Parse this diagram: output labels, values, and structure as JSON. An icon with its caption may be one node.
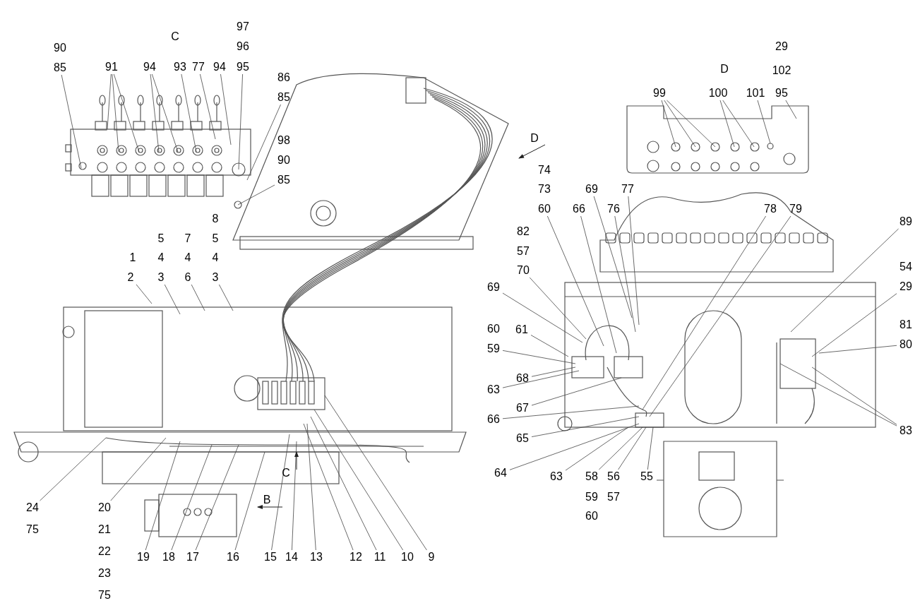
{
  "diagram": {
    "nodes": [
      {
        "text": [
          "85"
        ]
      },
      {
        "text": [
          "91"
        ]
      },
      {
        "text": [
          "94"
        ]
      },
      {
        "text": [
          "93"
        ]
      },
      {
        "text": [
          "77"
        ]
      },
      {
        "text": [
          "94"
        ]
      },
      {
        "text": [
          "95"
        ]
      },
      {
        "text": [
          "85"
        ]
      },
      {
        "text": [
          "85"
        ]
      },
      {
        "text": [
          "2"
        ]
      },
      {
        "text": [
          "3"
        ]
      },
      {
        "text": [
          "6"
        ]
      },
      {
        "text": [
          "3"
        ]
      },
      {
        "text": [
          "99"
        ]
      },
      {
        "text": [
          "100"
        ]
      },
      {
        "text": [
          "101"
        ]
      },
      {
        "text": [
          "95"
        ]
      },
      {
        "text": [
          "69"
        ]
      },
      {
        "text": [
          "77"
        ]
      },
      {
        "text": [
          "60"
        ]
      },
      {
        "text": [
          "66"
        ]
      },
      {
        "text": [
          "76"
        ]
      },
      {
        "text": [
          "78"
        ]
      },
      {
        "text": [
          "79"
        ]
      },
      {
        "text": [
          "89"
        ]
      },
      {
        "text": [
          "70"
        ]
      },
      {
        "text": [
          "69"
        ]
      },
      {
        "text": [
          "29"
        ]
      },
      {
        "text": [
          "61"
        ]
      },
      {
        "text": [
          "59"
        ]
      },
      {
        "text": [
          "80"
        ]
      },
      {
        "text": [
          "68"
        ]
      },
      {
        "text": [
          "63"
        ]
      },
      {
        "text": [
          "67"
        ]
      },
      {
        "text": [
          "66"
        ]
      },
      {
        "text": [
          "65"
        ]
      },
      {
        "text": [
          "83"
        ]
      },
      {
        "text": [
          "64"
        ]
      },
      {
        "text": [
          "63"
        ]
      },
      {
        "text": [
          "58"
        ]
      },
      {
        "text": [
          "56"
        ]
      },
      {
        "text": [
          "55"
        ]
      },
      {
        "text": [
          "24"
        ]
      },
      {
        "text": [
          "20"
        ]
      },
      {
        "text": [
          "19"
        ]
      },
      {
        "text": [
          "18"
        ]
      },
      {
        "text": [
          "17"
        ]
      },
      {
        "text": [
          "16"
        ]
      },
      {
        "text": [
          "15"
        ]
      },
      {
        "text": [
          "14"
        ]
      },
      {
        "text": [
          "13"
        ]
      },
      {
        "text": [
          "12"
        ]
      },
      {
        "text": [
          "11"
        ]
      },
      {
        "text": [
          "10"
        ]
      },
      {
        "text": [
          "9"
        ]
      }
    ],
    "edges": [
      {
        "from": 0,
        "to": null,
        "arrow": "none"
      },
      {
        "from": 1,
        "to": null,
        "arrow": "none"
      },
      {
        "from": 1,
        "to": null,
        "arrow": "none"
      },
      {
        "from": 1,
        "to": null,
        "arrow": "none"
      },
      {
        "from": 2,
        "to": null,
        "arrow": "none"
      },
      {
        "from": 2,
        "to": null,
        "arrow": "none"
      },
      {
        "from": 3,
        "to": null,
        "arrow": "none"
      },
      {
        "from": 4,
        "to": null,
        "arrow": "none"
      },
      {
        "from": 5,
        "to": null,
        "arrow": "none"
      },
      {
        "from": 6,
        "to": null,
        "arrow": "none"
      },
      {
        "from": 7,
        "to": null,
        "arrow": "none"
      },
      {
        "from": 8,
        "to": null,
        "arrow": "none"
      },
      {
        "from": 9,
        "to": null,
        "arrow": "none"
      },
      {
        "from": 10,
        "to": null,
        "arrow": "none"
      },
      {
        "from": 11,
        "to": null,
        "arrow": "none"
      },
      {
        "from": 12,
        "to": null,
        "arrow": "none"
      },
      {
        "from": 13,
        "to": null,
        "arrow": "none"
      },
      {
        "from": 13,
        "to": null,
        "arrow": "none"
      },
      {
        "from": 13,
        "to": null,
        "arrow": "none"
      },
      {
        "from": 14,
        "to": null,
        "arrow": "none"
      },
      {
        "from": 14,
        "to": null,
        "arrow": "none"
      },
      {
        "from": 15,
        "to": null,
        "arrow": "none"
      },
      {
        "from": 16,
        "to": null,
        "arrow": "none"
      },
      {
        "from": 17,
        "to": null,
        "arrow": "none"
      },
      {
        "from": 18,
        "to": null,
        "arrow": "none"
      },
      {
        "from": 19,
        "to": null,
        "arrow": "none"
      },
      {
        "from": 20,
        "to": null,
        "arrow": "none"
      },
      {
        "from": 21,
        "to": null,
        "arrow": "none"
      },
      {
        "from": 22,
        "to": null,
        "arrow": "none"
      },
      {
        "from": 23,
        "to": null,
        "arrow": "none"
      },
      {
        "from": 24,
        "to": null,
        "arrow": "none"
      },
      {
        "from": 25,
        "to": null,
        "arrow": "none"
      },
      {
        "from": 26,
        "to": null,
        "arrow": "none"
      },
      {
        "from": 27,
        "to": null,
        "arrow": "none"
      },
      {
        "from": 28,
        "to": null,
        "arrow": "none"
      },
      {
        "from": 29,
        "to": null,
        "arrow": "none"
      },
      {
        "from": 30,
        "to": null,
        "arrow": "none"
      },
      {
        "from": 31,
        "to": null,
        "arrow": "none"
      },
      {
        "from": 32,
        "to": null,
        "arrow": "none"
      },
      {
        "from": 33,
        "to": null,
        "arrow": "none"
      },
      {
        "from": 34,
        "to": null,
        "arrow": "none"
      },
      {
        "from": 35,
        "to": null,
        "arrow": "none"
      },
      {
        "from": 36,
        "to": null,
        "arrow": "none"
      },
      {
        "from": 36,
        "to": null,
        "arrow": "none"
      },
      {
        "from": 37,
        "to": null,
        "arrow": "none"
      },
      {
        "from": 38,
        "to": null,
        "arrow": "none"
      },
      {
        "from": 39,
        "to": null,
        "arrow": "none"
      },
      {
        "from": 40,
        "to": null,
        "arrow": "none"
      },
      {
        "from": 41,
        "to": null,
        "arrow": "none"
      },
      {
        "from": 42,
        "to": null,
        "arrow": "none"
      },
      {
        "from": 43,
        "to": null,
        "arrow": "none"
      },
      {
        "from": 44,
        "to": null,
        "arrow": "none"
      },
      {
        "from": 45,
        "to": null,
        "arrow": "none"
      },
      {
        "from": 46,
        "to": null,
        "arrow": "none"
      },
      {
        "from": 47,
        "to": null,
        "arrow": "none"
      },
      {
        "from": 48,
        "to": null,
        "arrow": "none"
      },
      {
        "from": 49,
        "to": null,
        "arrow": "none"
      },
      {
        "from": 50,
        "to": null,
        "arrow": "none"
      },
      {
        "from": 51,
        "to": null,
        "arrow": "none"
      },
      {
        "from": 52,
        "to": null,
        "arrow": "none"
      },
      {
        "from": 53,
        "to": null,
        "arrow": "none"
      },
      {
        "from": 54,
        "to": null,
        "arrow": "none"
      }
    ],
    "labels": [
      "97",
      "C",
      "90",
      "96",
      "86",
      "98",
      "90",
      "8",
      "5",
      "7",
      "5",
      "1",
      "4",
      "4",
      "4",
      "29",
      "D",
      "102",
      "D",
      "74",
      "73",
      "82",
      "57",
      "54",
      "60",
      "81",
      "59",
      "57",
      "60",
      "C",
      "B",
      "75",
      "21",
      "22",
      "23",
      "75"
    ]
  }
}
